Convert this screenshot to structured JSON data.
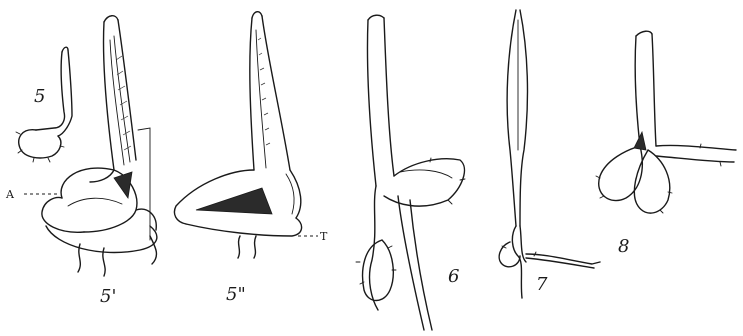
{
  "figure_labels": {
    "fig5": "5",
    "fig5_prime": "5'",
    "fig5_double_prime": "5\"",
    "fig6": "6",
    "fig7": "7",
    "fig8": "8"
  },
  "annotations": {
    "label_a": "A",
    "label_t": "T"
  }
}
